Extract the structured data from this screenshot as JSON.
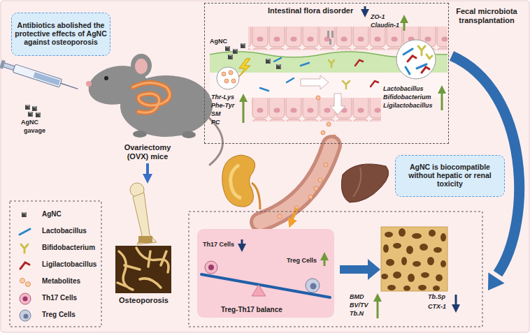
{
  "diagram": {
    "nodes": [
      {
        "text": [
          "Antibiotics abolished the protective effects of AgNC against osteoporosis"
        ]
      },
      {
        "text": [
          "Intestinal flora disorder"
        ]
      },
      {
        "text": [
          "AgNC is biocompatible without hepatic or renal toxicity"
        ]
      },
      {
        "text": [
          "Th17 Cells",
          "Treg Cells",
          "Treg-Th17 balance"
        ]
      }
    ],
    "labels": [
      "AgNC",
      "gavage",
      "Ovariectomy (OVX) mice",
      "Osteoporosis",
      "AgNC",
      "ZO-1",
      "Claudin-1",
      "Thr-Lys",
      "Phe-Tyr",
      "SM",
      "PC",
      "Lactobacillus",
      "Bifidobacterium",
      "Ligilactobacillus",
      "Fecal microbiota transplantation",
      "BMD",
      "BV/TV",
      "Tb.N",
      "Tb.Sp",
      "CTX-1"
    ],
    "legend": [
      {
        "text": "AgNC"
      },
      {
        "text": "Lactobacillus"
      },
      {
        "text": "Bifidobacterium"
      },
      {
        "text": "Ligilactobacillus"
      },
      {
        "text": "Metabolites"
      },
      {
        "text": "Th17 Cells"
      },
      {
        "text": "Treg Cells"
      }
    ]
  }
}
